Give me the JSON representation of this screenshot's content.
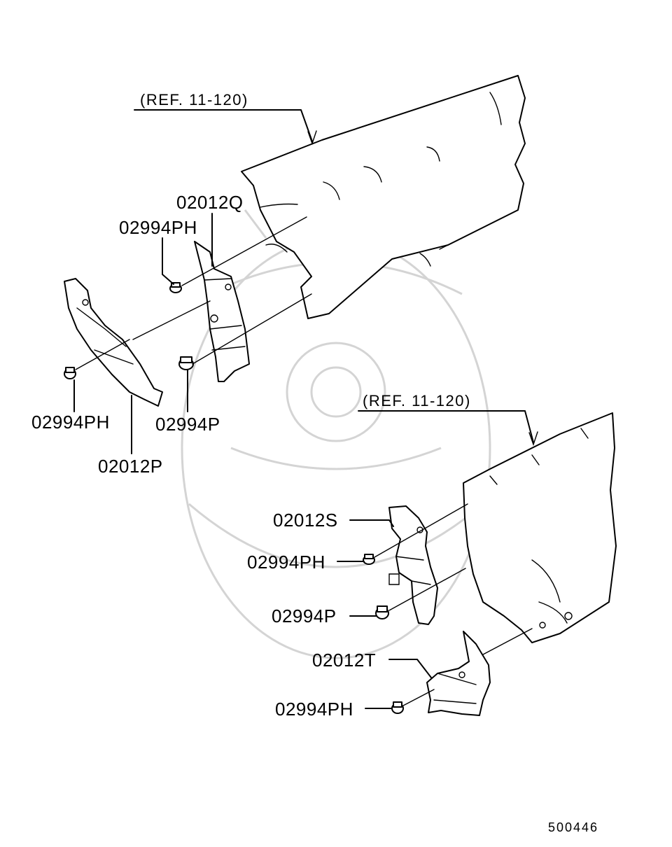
{
  "references": {
    "upper": "(REF. 11-120)",
    "lower": "(REF. 11-120)"
  },
  "callouts": {
    "p02012Q": "02012Q",
    "p02994PH_a": "02994PH",
    "p02994PH_b": "02994PH",
    "p02994P_a": "02994P",
    "p02012P": "02012P",
    "p02012S": "02012S",
    "p02994PH_c": "02994PH",
    "p02994P_b": "02994P",
    "p02012T": "02012T",
    "p02994PH_d": "02994PH"
  },
  "diagram_code": "500446"
}
